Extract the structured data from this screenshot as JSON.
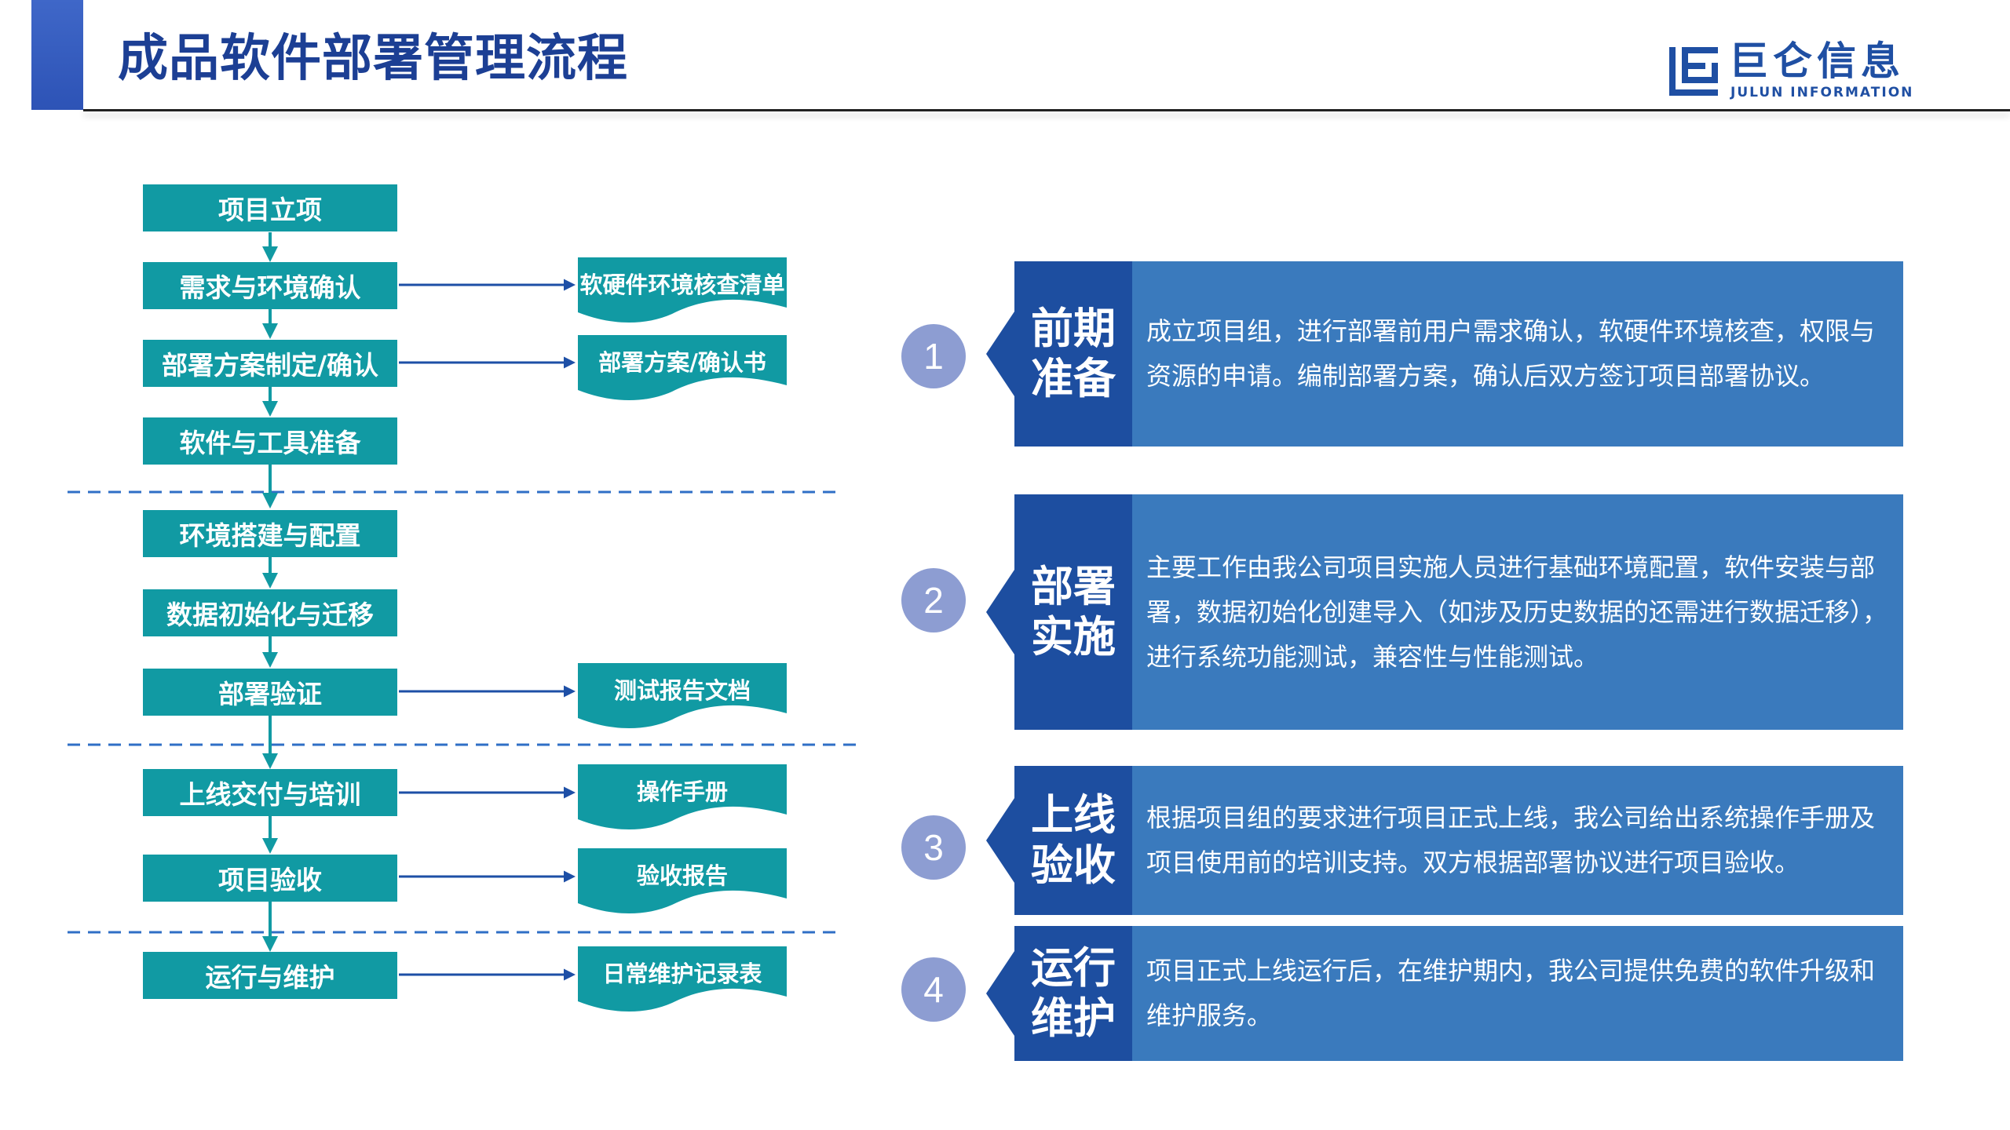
{
  "header": {
    "title": "成品软件部署管理流程",
    "logo_cn": "巨仑信息",
    "logo_en": "JULUN INFORMATION",
    "logo_icon": "julun-logo-icon"
  },
  "flow": {
    "steps": [
      "项目立项",
      "需求与环境确认",
      "部署方案制定/确认",
      "软件与工具准备",
      "环境搭建与配置",
      "数据初始化与迁移",
      "部署验证",
      "上线交付与培训",
      "项目验收",
      "运行与维护"
    ],
    "documents": [
      "软硬件环境核查清单",
      "部署方案/确认书",
      "测试报告文档",
      "操作手册",
      "验收报告",
      "日常维护记录表"
    ]
  },
  "phases": [
    {
      "number": "1",
      "title": "前期准备",
      "description": "成立项目组，进行部署前用户需求确认，软硬件环境核查，权限与资源的申请。编制部署方案，确认后双方签订项目部署协议。"
    },
    {
      "number": "2",
      "title": "部署实施",
      "description": "主要工作由我公司项目实施人员进行基础环境配置，软件安装与部署，数据初始化创建导入（如涉及历史数据的还需进行数据迁移），进行系统功能测试，兼容性与性能测试。"
    },
    {
      "number": "3",
      "title": "上线验收",
      "description": "根据项目组的要求进行项目正式上线，我公司给出系统操作手册及项目使用前的培训支持。双方根据部署协议进行项目验收。"
    },
    {
      "number": "4",
      "title": "运行维护",
      "description": "项目正式上线运行后，在维护期内，我公司提供免费的软件升级和维护服务。"
    }
  ],
  "colors": {
    "accent_blue": "#2d53b6",
    "title_blue": "#1c3f94",
    "flow_teal": "#119aa3",
    "arrow_blue": "#1d4fa6",
    "divider_blue": "#2f6fc6",
    "circle_lavender": "#8d9dd2",
    "card_dark": "#1d4ea0",
    "card_light": "#3a7abd"
  }
}
